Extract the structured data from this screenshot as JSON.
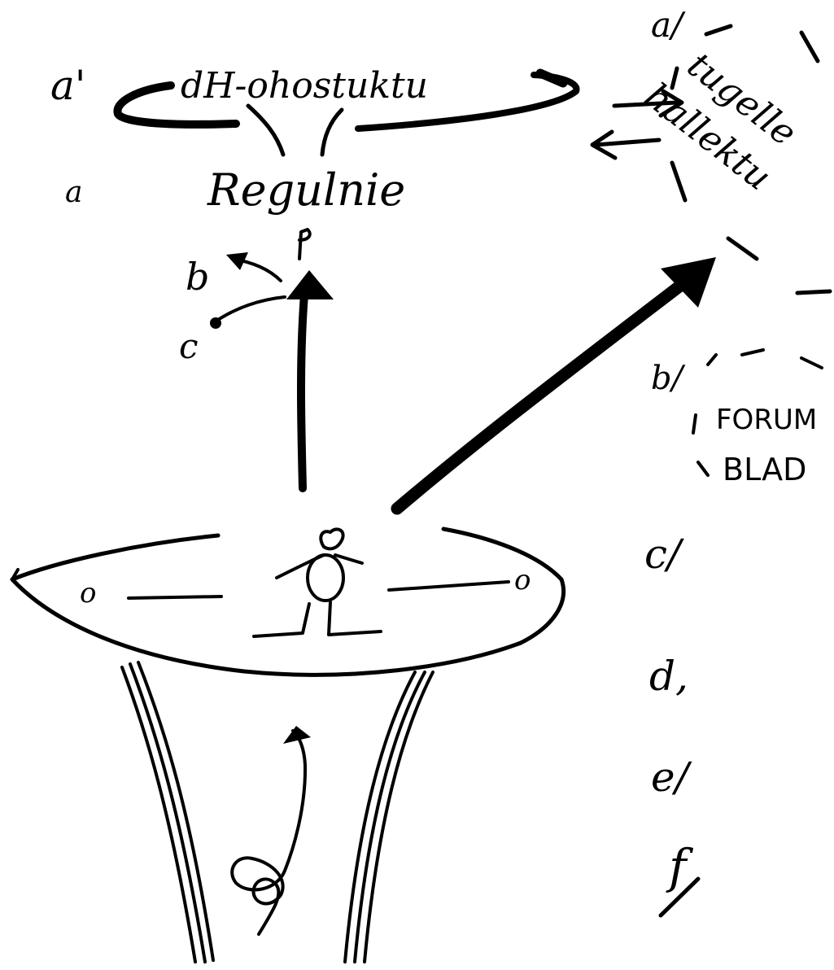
{
  "colors": {
    "ink": "#000000",
    "paper": "#ffffff"
  },
  "top": {
    "label_a_prime": "a'",
    "structure_text": "dH-ohostuktu",
    "label_a": "a",
    "regulation_text": "Regulnie",
    "label_b": "b",
    "label_c": "c"
  },
  "right": {
    "item_a_marker": "a/",
    "item_a_line1": "tugelle",
    "item_a_line2": "hallektu",
    "item_b_marker": "b/",
    "item_b_line1": "FORUM",
    "item_b_line2": "BLAD",
    "item_c_marker": "c/",
    "item_d_marker": "d,",
    "item_e_marker": "e/",
    "item_f_marker": "f"
  },
  "platform": {
    "left_node": "o",
    "right_node": "o"
  }
}
